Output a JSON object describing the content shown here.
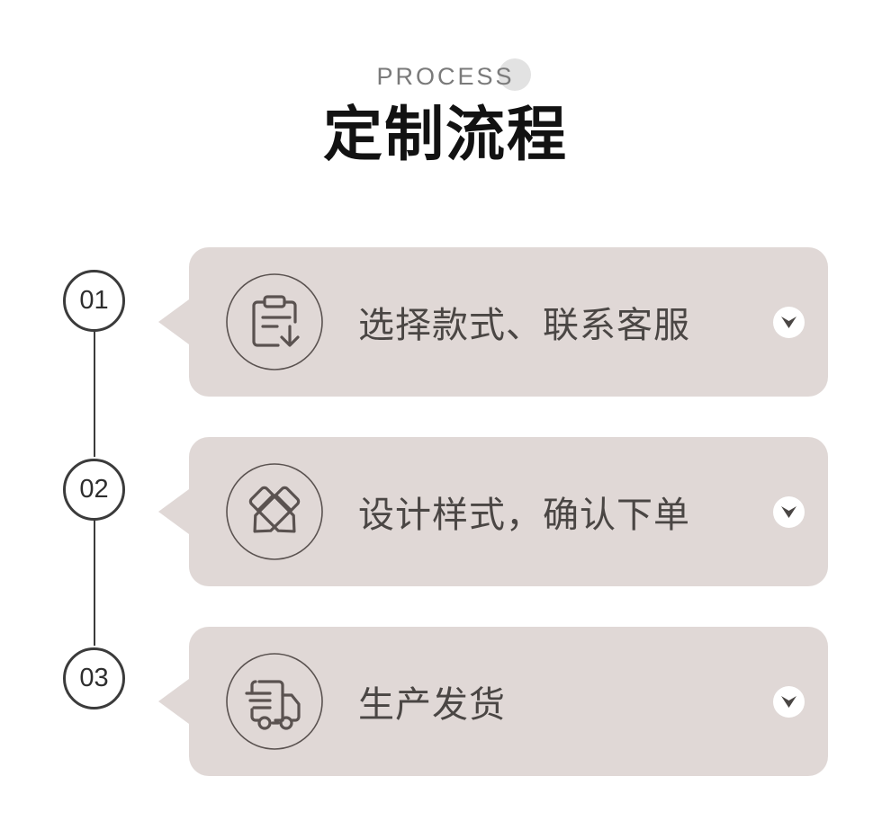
{
  "header": {
    "eyebrow": "PROCESS",
    "title": "定制流程",
    "eyebrow_color": "#7a7a7a",
    "title_color": "#121212",
    "dot_color": "#e2e2e2"
  },
  "theme": {
    "page_background": "#ffffff",
    "card_background": "#e0d8d6",
    "card_text_color": "#4a4644",
    "timeline_color": "#3b3b3b",
    "icon_stroke_color": "#5a5250",
    "chevron_button_background": "#ffffff",
    "chevron_color": "#4a4644"
  },
  "steps": [
    {
      "number": "01",
      "label": "选择款式、联系客服",
      "icon": "clipboard-download-icon",
      "expand_icon": "chevron-down-icon"
    },
    {
      "number": "02",
      "label": "设计样式，确认下单",
      "icon": "crossed-pencils-icon",
      "expand_icon": "chevron-down-icon"
    },
    {
      "number": "03",
      "label": "生产发货",
      "icon": "delivery-truck-icon",
      "expand_icon": "chevron-down-icon"
    }
  ]
}
